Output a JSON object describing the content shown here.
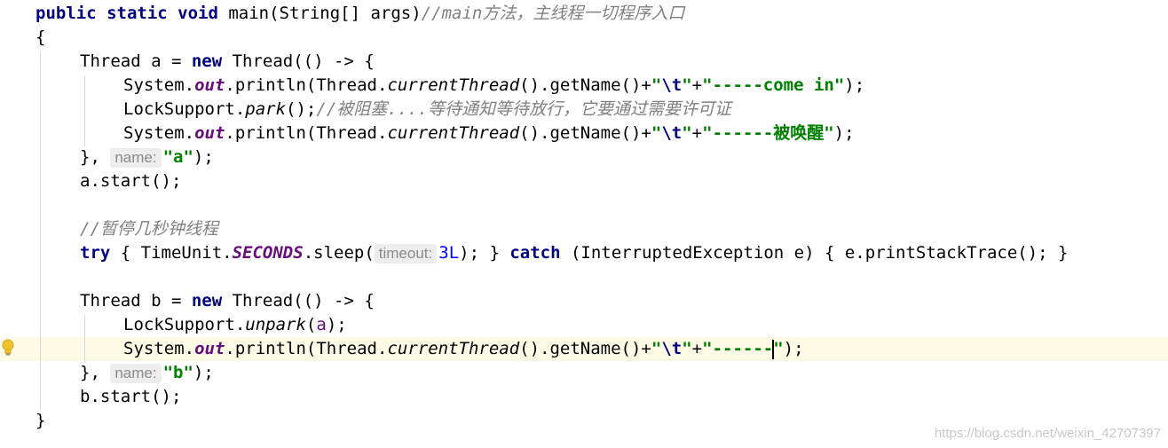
{
  "code": {
    "l1": {
      "kw": "public static void",
      "text": " main(String[] args)",
      "comment": "//main方法，主线程一切程序入口"
    },
    "l2": {
      "text": "{"
    },
    "l3": {
      "t1": "Thread a = ",
      "kw": "new",
      "t2": " Thread(() -> {"
    },
    "l4": {
      "t1": "System.",
      "out": "out",
      "t2": ".println(Thread.",
      "ct": "currentThread",
      "t3": "().getName()+",
      "q1": "\"",
      "esc": "\\t",
      "q2": "\"",
      "plus": "+",
      "str": "\"-----come in\"",
      "end": ");"
    },
    "l5": {
      "t1": "LockSupport.",
      "park": "park",
      "t2": "();",
      "comment": "//被阻塞....等待通知等待放行，它要通过需要许可证"
    },
    "l6": {
      "t1": "System.",
      "out": "out",
      "t2": ".println(Thread.",
      "ct": "currentThread",
      "t3": "().getName()+",
      "q1": "\"",
      "esc": "\\t",
      "q2": "\"",
      "plus": "+",
      "str": "\"------被唤醒\"",
      "end": ");"
    },
    "l7": {
      "t1": "}, ",
      "hint": "name:",
      "str": "\"a\"",
      "end": ");"
    },
    "l8": {
      "text": "a.start();"
    },
    "l10": {
      "comment": "//暂停几秒钟线程"
    },
    "l11": {
      "kw1": "try",
      "t1": " { TimeUnit.",
      "sec": "SECONDS",
      "t2": ".sleep(",
      "hint": "timeout:",
      "num": "3L",
      "t3": "); } ",
      "kw2": "catch",
      "t4": " (InterruptedException e) { e.printStackTrace(); }"
    },
    "l13": {
      "t1": "Thread b = ",
      "kw": "new",
      "t2": " Thread(() -> {"
    },
    "l14": {
      "t1": "LockSupport.",
      "unpark": "unpark",
      "t2": "(",
      "param": "a",
      "t3": ");"
    },
    "l15": {
      "t1": "System.",
      "out": "out",
      "t2": ".println(Thread.",
      "ct": "currentThread",
      "t3": "().getName()+",
      "q1": "\"",
      "esc": "\\t",
      "q2": "\"",
      "plus": "+",
      "str": "\"------",
      "str_end": "\"",
      "end": ");"
    },
    "l16": {
      "t1": "}, ",
      "hint": "name:",
      "str": "\"b\"",
      "end": ");"
    },
    "l17": {
      "text": "b.start();"
    },
    "l18": {
      "text": "}"
    }
  },
  "watermark": "https://blog.csdn.net/weixin_42707397",
  "colors": {
    "keyword": "#000080",
    "string": "#008000",
    "comment": "#808080",
    "field": "#660e7a",
    "number": "#0000ff",
    "current_line": "#fdfbe6"
  },
  "icons": {
    "gutter": "lightbulb-icon"
  }
}
